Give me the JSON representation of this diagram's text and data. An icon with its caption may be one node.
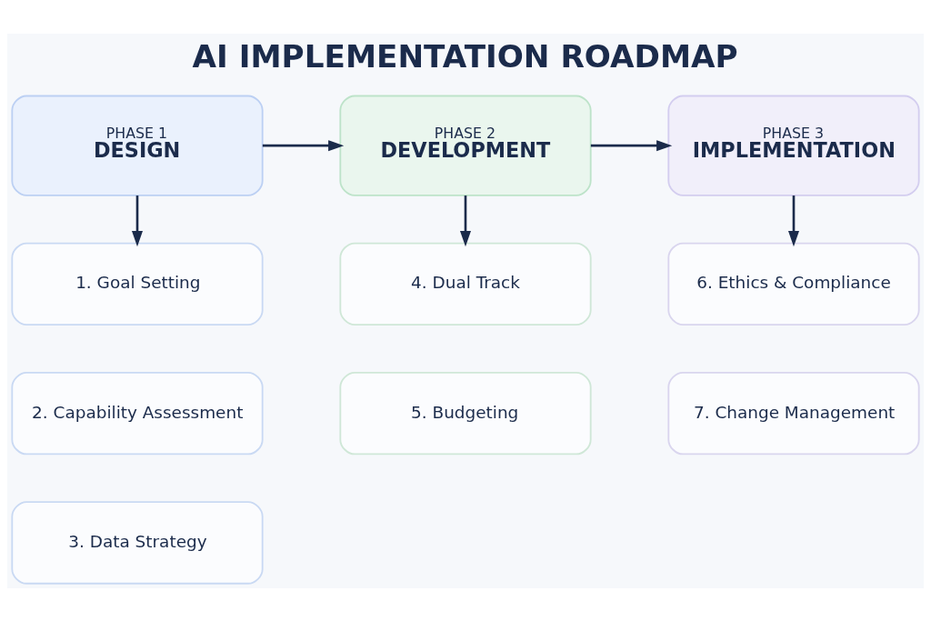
{
  "diagram": {
    "title": "AI IMPLEMENTATION ROADMAP",
    "nodes": [
      {
        "text": [
          "PHASE 1",
          "DESIGN"
        ]
      },
      {
        "text": [
          "PHASE 2",
          "DEVELOPMENT"
        ]
      },
      {
        "text": [
          "PHASE 3",
          "IMPLEMENTATION"
        ]
      },
      {
        "text": [
          "1. Goal Setting"
        ]
      },
      {
        "text": [
          "2. Capability Assessment"
        ]
      },
      {
        "text": [
          "3. Data Strategy"
        ]
      },
      {
        "text": [
          "4. Dual Track"
        ]
      },
      {
        "text": [
          "5. Budgeting"
        ]
      },
      {
        "text": [
          "6. Ethics & Compliance"
        ]
      },
      {
        "text": [
          "7. Change Management"
        ]
      }
    ],
    "edges": [
      {
        "from": 0,
        "to": 1,
        "arrow": "to"
      },
      {
        "from": 1,
        "to": 2,
        "arrow": "to"
      },
      {
        "from": 0,
        "to": 3,
        "arrow": "to"
      },
      {
        "from": 1,
        "to": 6,
        "arrow": "to"
      },
      {
        "from": 2,
        "to": 8,
        "arrow": "to"
      }
    ]
  }
}
